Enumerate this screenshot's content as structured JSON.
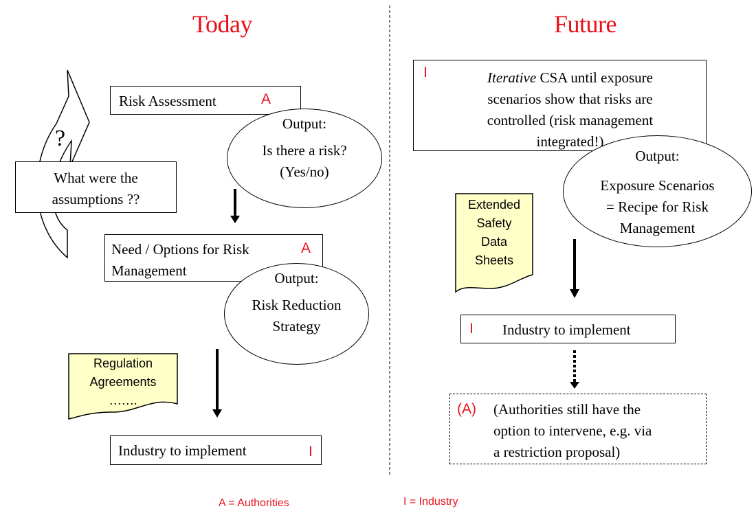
{
  "headings": {
    "left": "Today",
    "right": "Future"
  },
  "today": {
    "risk_assessment": {
      "label": "Risk Assessment",
      "tag": "A"
    },
    "output1": {
      "title": "Output:",
      "line1": "Is there a risk?",
      "line2": "(Yes/no)"
    },
    "question_mark": "?",
    "assumptions": {
      "line1": "What were the",
      "line2": "assumptions ??"
    },
    "need_options": {
      "line1": "Need / Options for Risk",
      "line2": "Management",
      "tag": "A"
    },
    "output2": {
      "title": "Output:",
      "line1": "Risk Reduction",
      "line2": "Strategy"
    },
    "regulation_doc": {
      "line1": "Regulation",
      "line2": "Agreements",
      "line3": "……."
    },
    "industry_implement": {
      "label": "Industry to implement",
      "tag": "I"
    }
  },
  "future": {
    "iterative": {
      "tag": "I",
      "italic": "Iterative",
      "line1_rest": " CSA until exposure",
      "line2": "scenarios show that risks are",
      "line3": "controlled (risk management",
      "line4": "integrated!)"
    },
    "output": {
      "title": "Output:",
      "line1": "Exposure Scenarios",
      "line2": "= Recipe for Risk",
      "line3": "Management"
    },
    "esds_doc": {
      "line1": "Extended",
      "line2": "Safety",
      "line3": "Data",
      "line4": "Sheets"
    },
    "industry_implement": {
      "label": "Industry to implement",
      "tag": "I"
    },
    "authorities": {
      "tag": "(A)",
      "line1": "(Authorities still have the",
      "line2": "option to intervene, e.g. via",
      "line3": "a restriction proposal)"
    }
  },
  "legend": {
    "authorities": "A = Authorities",
    "industry": "I = Industry"
  },
  "colors": {
    "accent": "#e8111b",
    "document_fill": "#ffffc8"
  }
}
